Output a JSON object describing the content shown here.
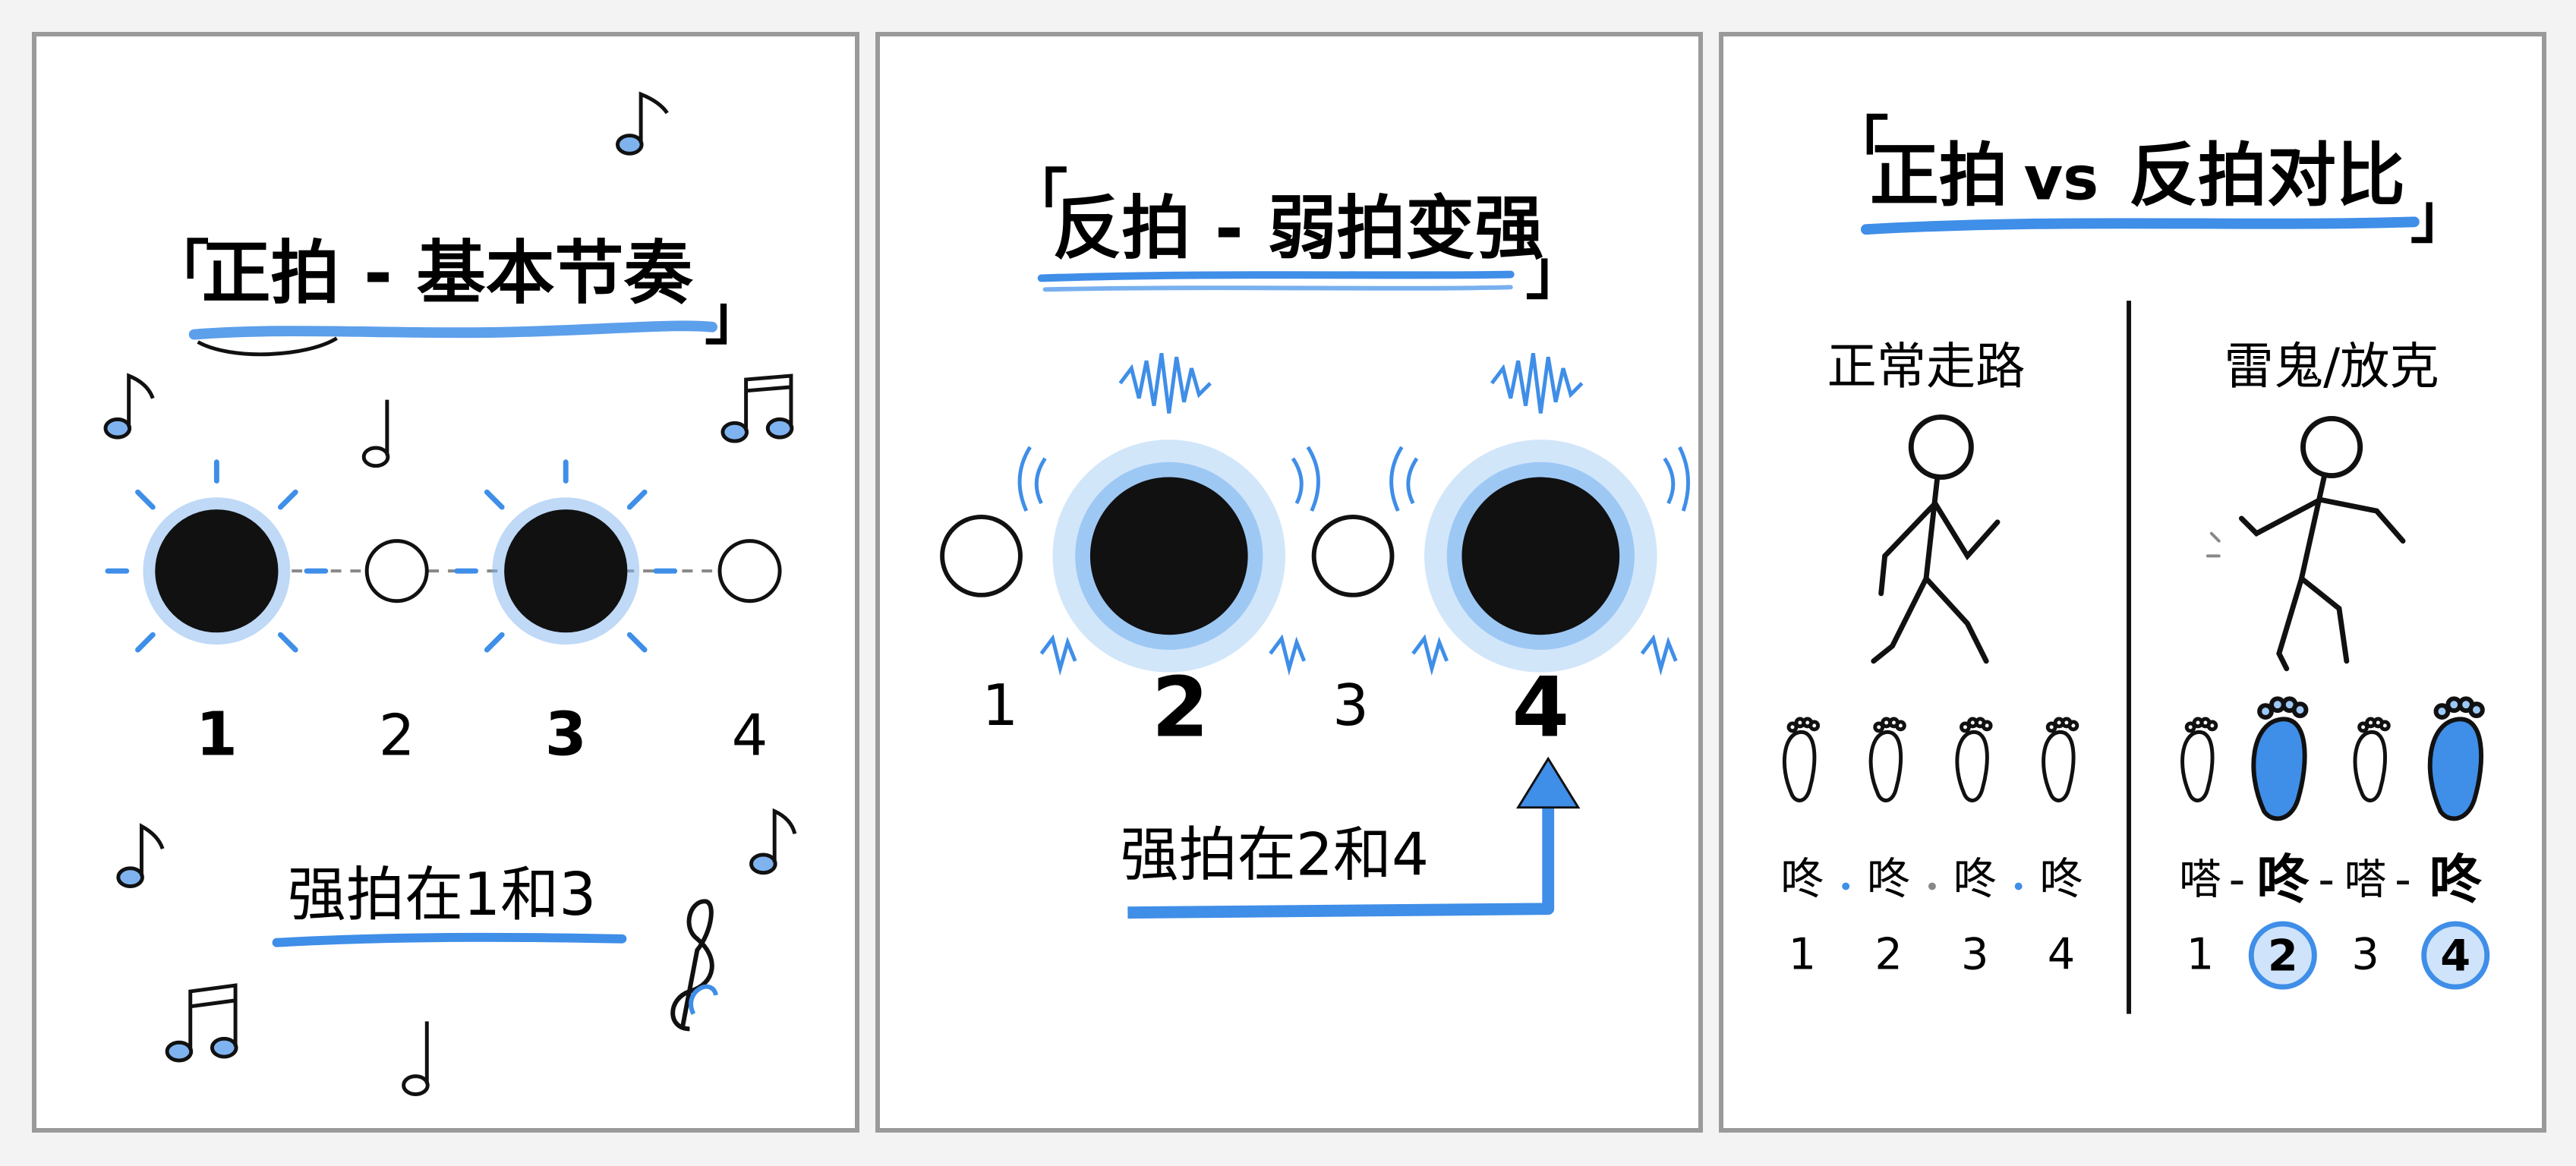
{
  "colors": {
    "accent": "#3f8ee8",
    "accent_light": "#9cc8f5",
    "ink": "#111111",
    "frame": "#9a9a9a"
  },
  "panel1": {
    "title_open": "「",
    "title": "正拍 - 基本节奏",
    "title_close": "」",
    "beats": [
      "1",
      "2",
      "3",
      "4"
    ],
    "strong_beats": [
      1,
      3
    ],
    "caption": "强拍在1和3"
  },
  "panel2": {
    "title_open": "「",
    "title": "反拍 - 弱拍变强",
    "title_close": "」",
    "beats": [
      "1",
      "2",
      "3",
      "4"
    ],
    "strong_beats": [
      2,
      4
    ],
    "caption": "强拍在2和4"
  },
  "panel3": {
    "title_open": "「",
    "title_a": "正拍",
    "title_vs": "vs",
    "title_b": "反拍对比",
    "title_close": "」",
    "left": {
      "heading": "正常走路",
      "sounds": [
        "咚",
        "咚",
        "咚",
        "咚"
      ],
      "beats": [
        "1",
        "2",
        "3",
        "4"
      ]
    },
    "right": {
      "heading": "雷鬼/放克",
      "sounds": [
        "嗒",
        "咚",
        "嗒",
        "咚"
      ],
      "beats": [
        "1",
        "2",
        "3",
        "4"
      ],
      "strong_beats": [
        2,
        4
      ]
    }
  },
  "icons": [
    "music-note-icon",
    "treble-clef-icon",
    "arrow-up-icon",
    "footprint-icon",
    "stick-figure-walking",
    "stick-figure-dancing"
  ]
}
